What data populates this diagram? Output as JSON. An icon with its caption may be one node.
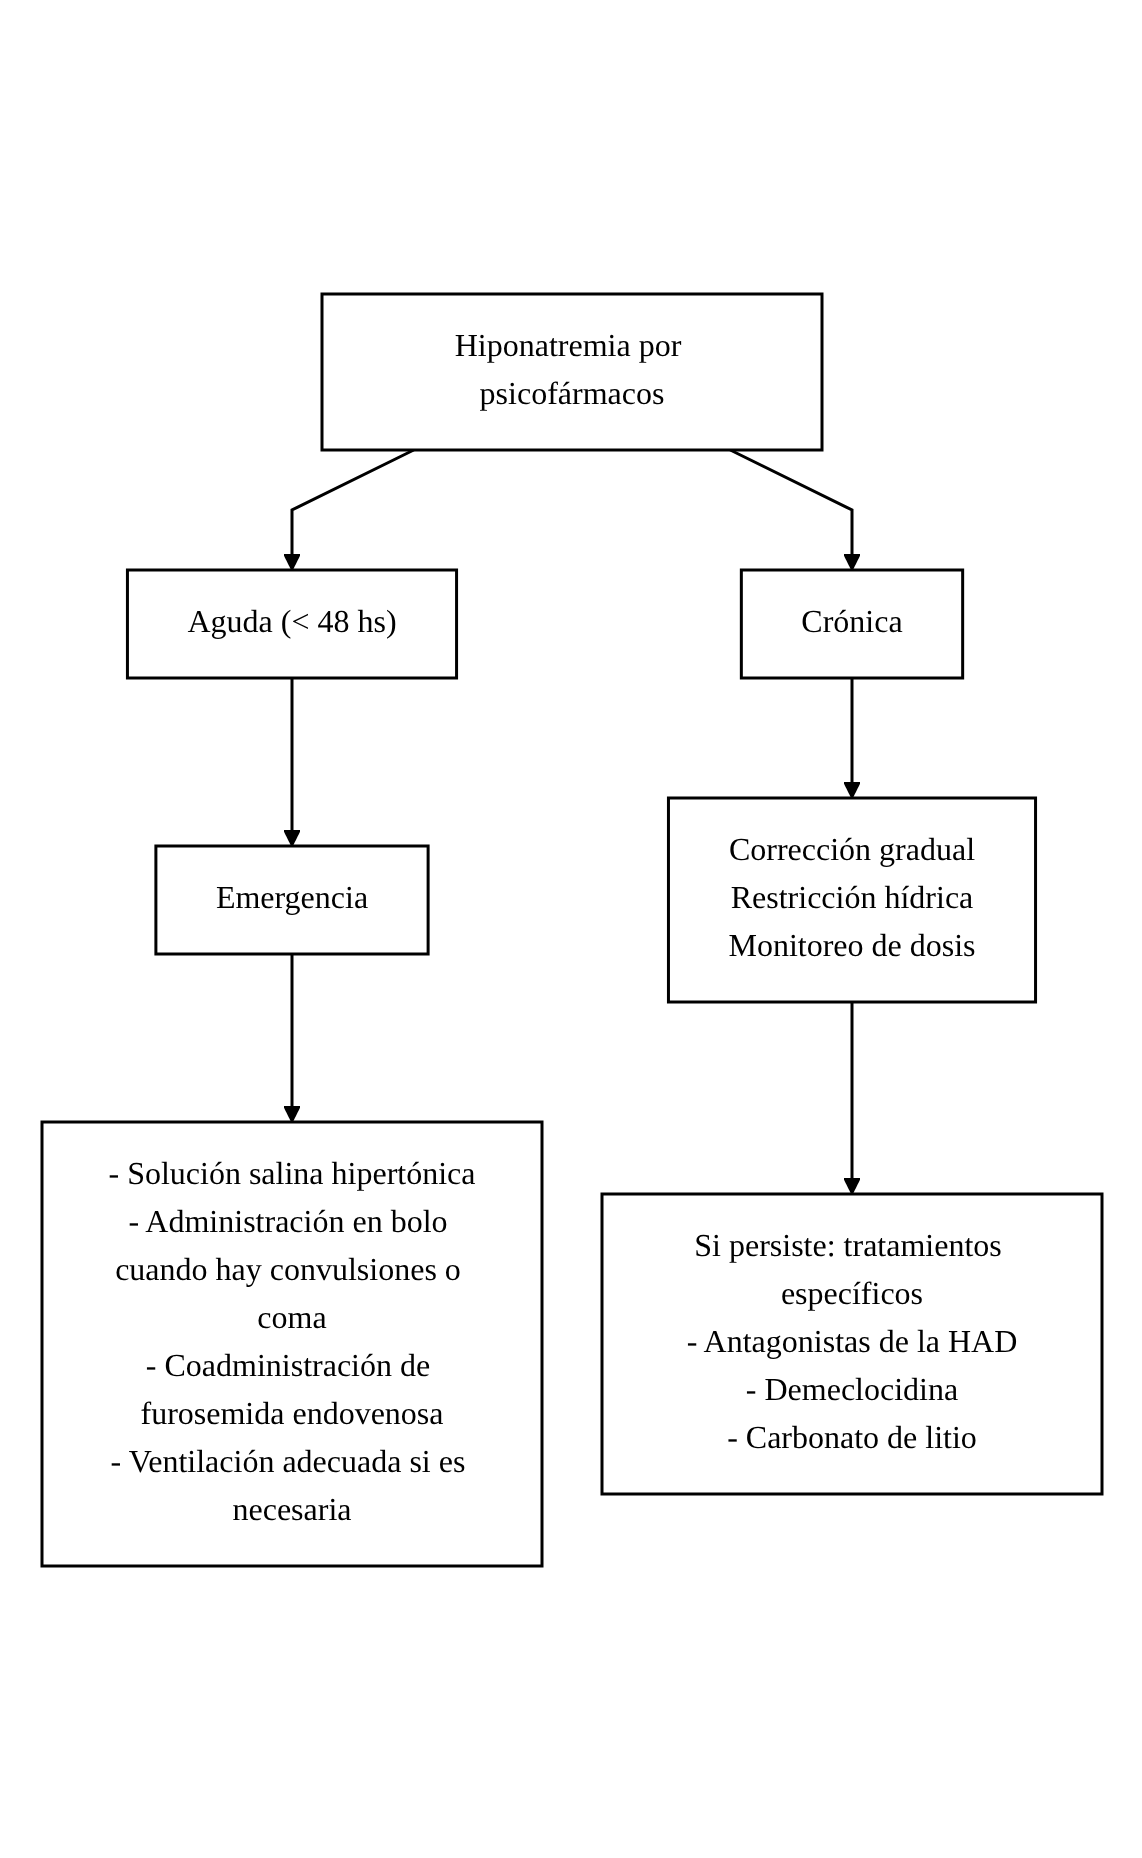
{
  "diagram": {
    "nodes": [
      {
        "text": [
          "Hiponatremia por psicofármacos"
        ]
      },
      {
        "text": [
          "Aguda (< 48 hs)"
        ]
      },
      {
        "text": [
          "Crónica"
        ]
      },
      {
        "text": [
          "Emergencia"
        ]
      },
      {
        "text": [
          "Corrección gradual",
          "Restricción hídrica",
          "Monitoreo de dosis"
        ]
      },
      {
        "text": [
          "- Solución salina hipertónica",
          "- Administración en bolo cuando hay convulsiones o coma",
          "- Coadministración de furosemida endovenosa",
          "- Ventilación adecuada si es necesaria"
        ]
      },
      {
        "text": [
          "Si persiste: tratamientos específicos",
          "- Antagonistas de la HAD",
          "- Demeclocidina",
          "- Carbonato de litio"
        ]
      }
    ],
    "edges": [
      {
        "from": 0,
        "to": 1,
        "arrow": "to"
      },
      {
        "from": 0,
        "to": 2,
        "arrow": "to"
      },
      {
        "from": 1,
        "to": 3,
        "arrow": "to"
      },
      {
        "from": 2,
        "to": 4,
        "arrow": "to"
      },
      {
        "from": 3,
        "to": 5,
        "arrow": "to"
      },
      {
        "from": 4,
        "to": 6,
        "arrow": "to"
      }
    ]
  }
}
